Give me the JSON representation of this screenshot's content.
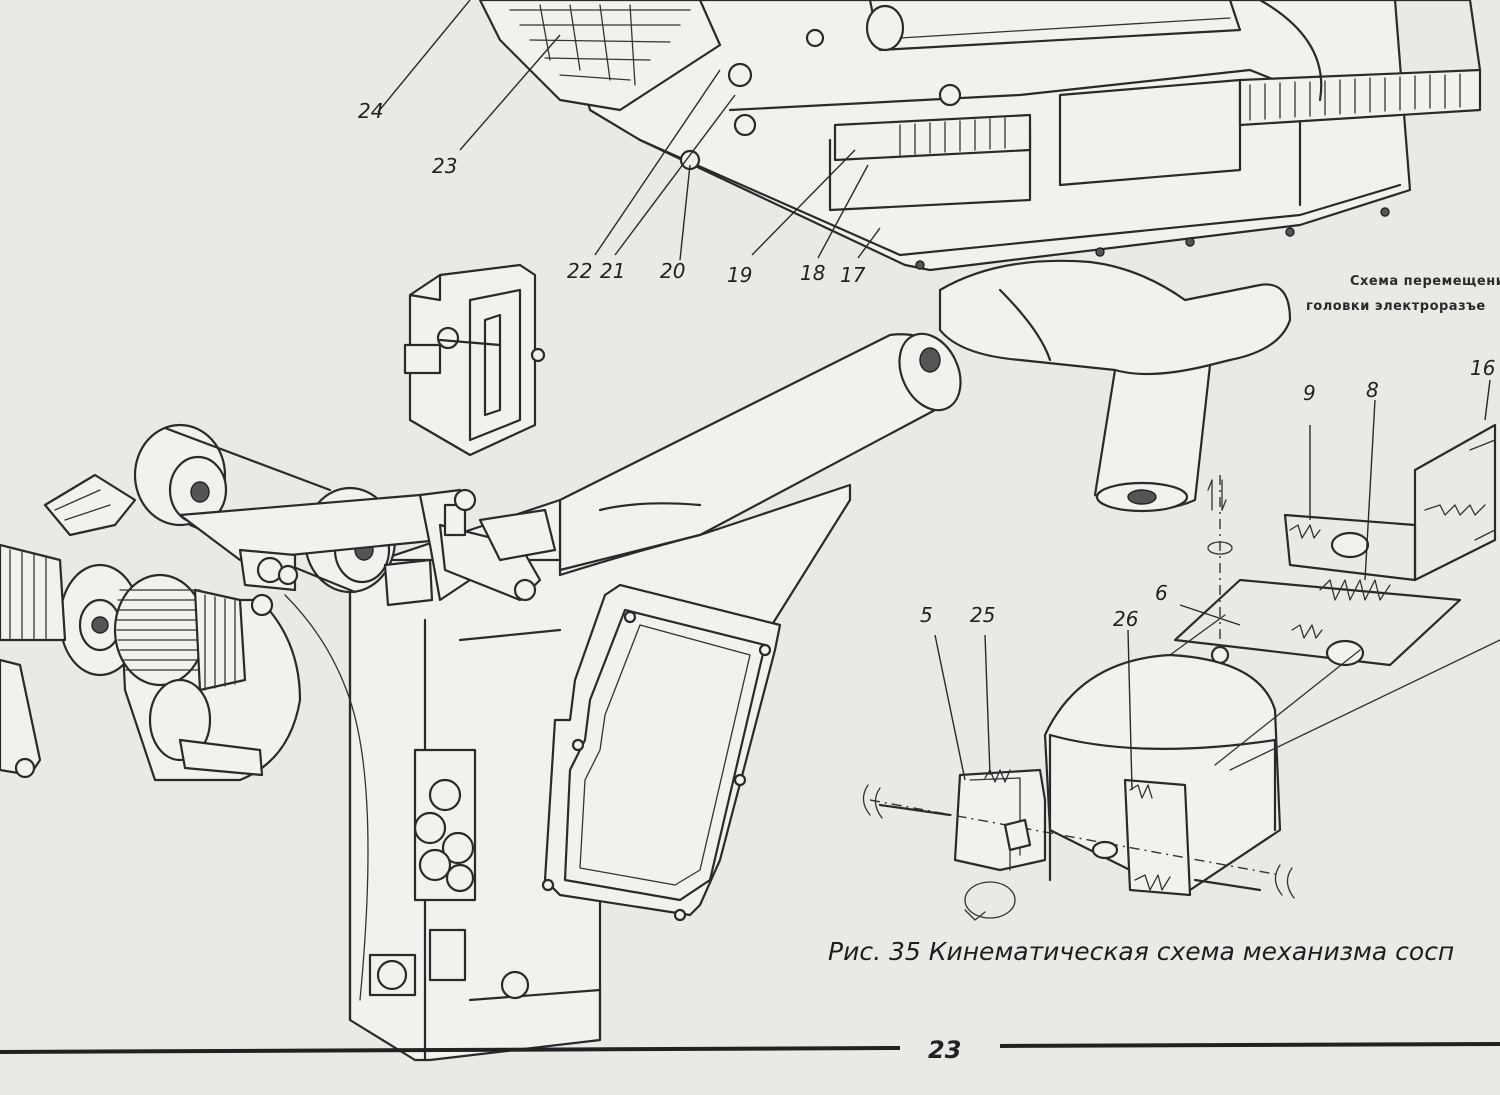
{
  "figure": {
    "caption": "Рис. 35 Кинематическая схема механизма сосп",
    "page_number": "23",
    "schema_title_line1": "Схема перемещений",
    "schema_title_line2": "головки электроразъе"
  },
  "labels": {
    "l24": "24",
    "l23": "23",
    "l22": "22",
    "l21": "21",
    "l20": "20",
    "l19": "19",
    "l18": "18",
    "l17": "17",
    "l9": "9",
    "l8": "8",
    "l16": "16",
    "l5": "5",
    "l25": "25",
    "l26": "26",
    "l6": "6"
  }
}
